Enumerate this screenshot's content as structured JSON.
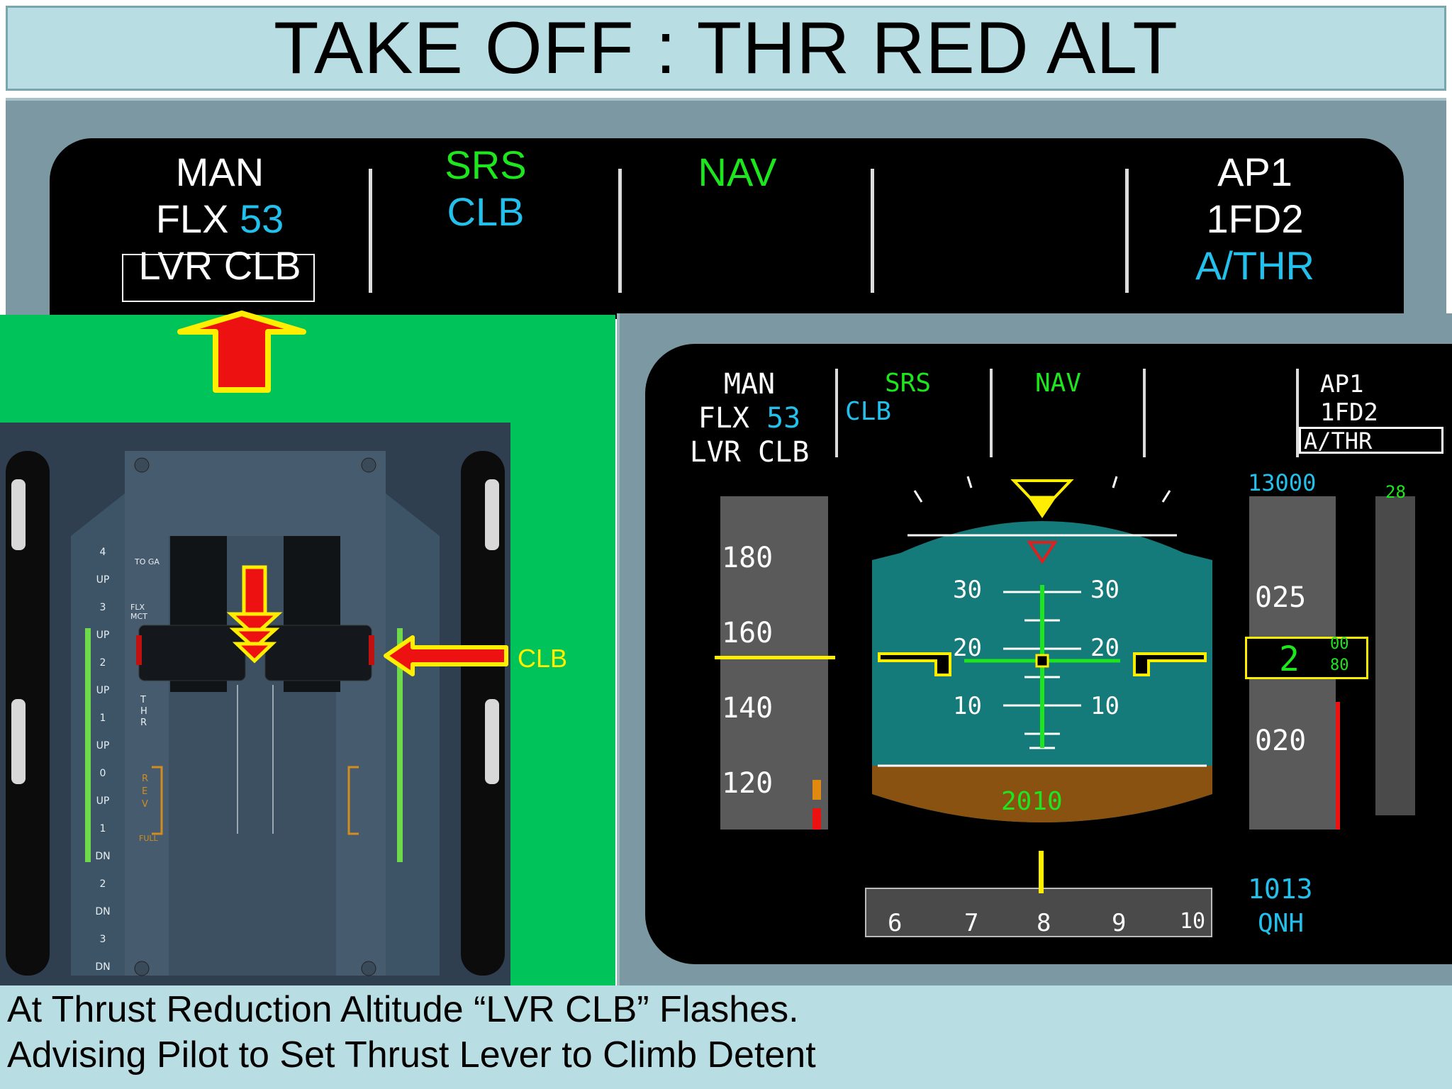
{
  "title": "TAKE OFF : THR RED ALT",
  "fma": {
    "col1": {
      "line1": "MAN",
      "line2_prefix": "FLX",
      "line2_value": "53",
      "line3": "LVR CLB"
    },
    "col2": {
      "line1": "SRS",
      "line2": "CLB"
    },
    "col3": {
      "line1": "NAV"
    },
    "col5": {
      "line1": "AP1",
      "line2": "1FD2",
      "line3": "A/THR"
    }
  },
  "thrust": {
    "clb_label": "CLB",
    "scale_left": [
      "4",
      "UP",
      "3",
      "UP",
      "2",
      "UP",
      "1",
      "UP",
      "0",
      "UP",
      "1",
      "DN",
      "2",
      "DN",
      "3",
      "DN"
    ],
    "lever_marks": [
      "TO GA",
      "FLX MCT",
      "THR",
      "REV",
      "FULL"
    ]
  },
  "pfd": {
    "fma": {
      "man": "MAN",
      "flx": "FLX",
      "flx_value": "53",
      "lvr": "LVR CLB",
      "srs": "SRS",
      "clb": "CLB",
      "nav": "NAV",
      "ap1": "AP1",
      "fd": "1FD2",
      "athr": "A/THR"
    },
    "speed_ticks": [
      "180",
      "160",
      "140",
      "120"
    ],
    "pitch": {
      "p30l": "30",
      "p30r": "30",
      "p20l": "20",
      "p20r": "20",
      "p10l": "10",
      "p10r": "10"
    },
    "radio_alt": "2010",
    "alt_target": "13000",
    "alt_ticks": [
      "025",
      "020"
    ],
    "alt_current_a": "2",
    "alt_current_b": "00",
    "alt_current_c": "80",
    "vs": "28",
    "heading_ticks": [
      "6",
      "7",
      "8",
      "9",
      "10"
    ],
    "baro": "1013",
    "qnh": "QNH"
  },
  "captions": {
    "line1": "At Thrust Reduction Altitude “LVR CLB” Flashes.",
    "line2": "Advising Pilot to Set Thrust Lever to Climb Detent"
  },
  "colors": {
    "green_bg": "#00c45a",
    "fma_green": "#1ee61e",
    "fma_cyan": "#24c0ec",
    "arrow_red": "#ee1111",
    "arrow_yellow": "#ffee00"
  }
}
